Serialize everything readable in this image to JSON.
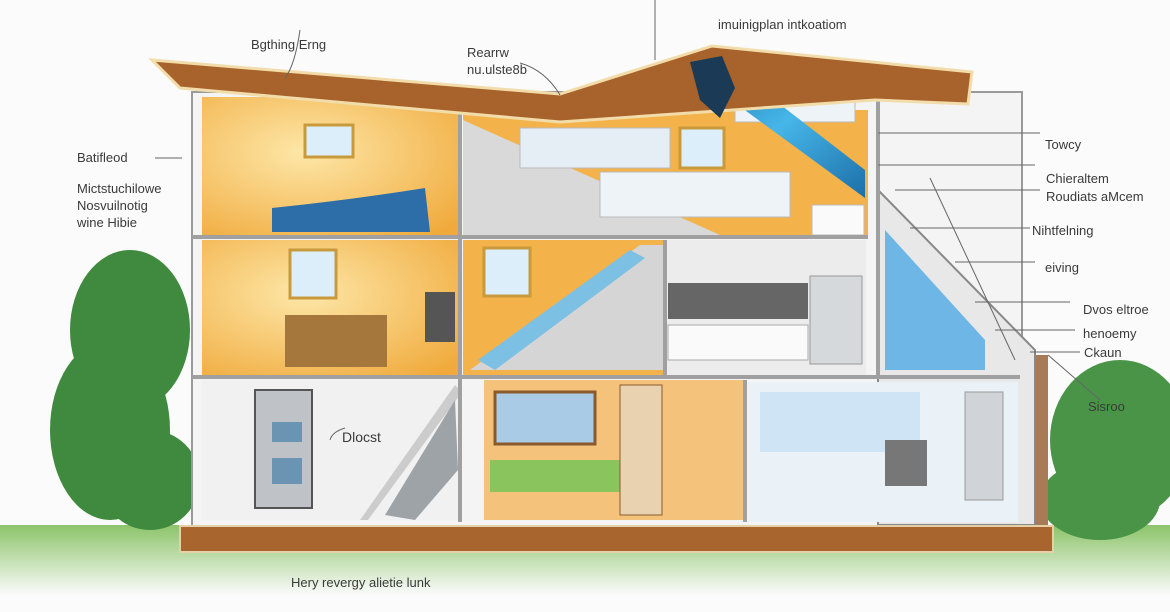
{
  "labels": {
    "top_center": "Bgthing Erng",
    "roof_right_line1": "Rearrw",
    "roof_right_line2": "nu.ulste8b",
    "top_right": "imuinigplan  intkoatiom",
    "left_1": "Batifleod",
    "left_2_line1": "Mictstuchilowe",
    "left_2_line2": "Nosvuilnotig",
    "left_2_line3": "wine  Hibie",
    "right_1": "Towcy",
    "right_2_line1": "Chieraltem",
    "right_2_line2": "Roudiats aMcem",
    "right_3": "Nihtfelning",
    "right_4": "eiving",
    "right_5": "Dvos eltroe",
    "right_6": "henoemy",
    "right_7": "Ckaun",
    "right_8": "Sisroo",
    "duct": "Dlocst",
    "bottom": "Hery revergy alietie lunk"
  },
  "colors": {
    "roof": "#a8632c",
    "wall_orange": "#f2b64a",
    "duct_blue": "#2f8fc8",
    "grass": "#9bcb7a",
    "tree": "#3f8a3e",
    "foundation": "#a9652e"
  }
}
